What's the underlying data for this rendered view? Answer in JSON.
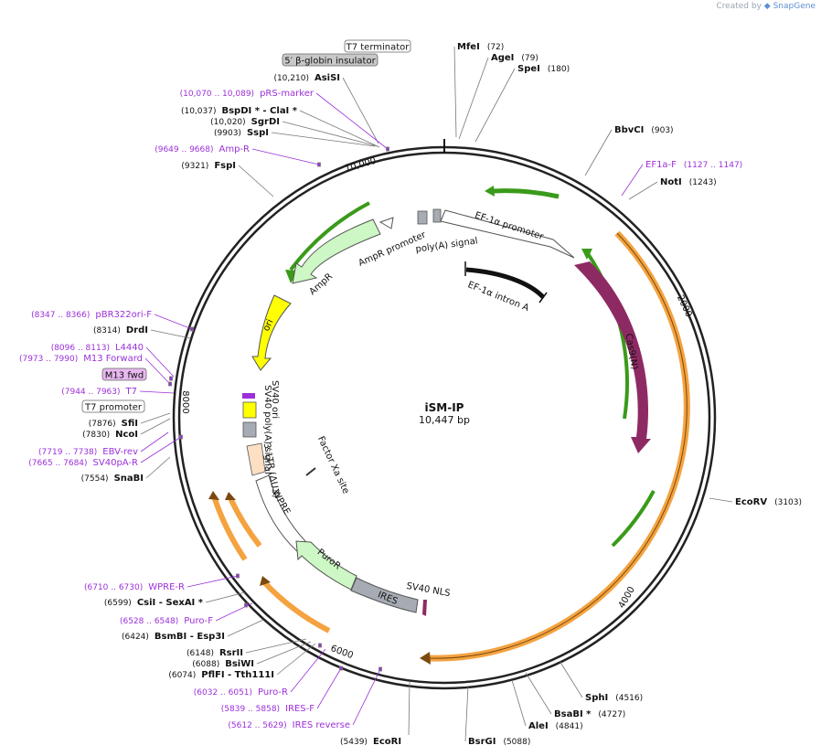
{
  "watermark": {
    "prefix": "Created by",
    "brand": "SnapGene"
  },
  "plasmid": {
    "name": "iSM-IP",
    "size": "10,447 bp"
  },
  "ticks": [
    "10,000",
    "2000",
    "4000",
    "6000",
    "8000"
  ],
  "colors": {
    "backbone": "#222222",
    "sites": "#111111",
    "primer": "#9b30d9",
    "cas9": "#8e2a63",
    "ori": "#ffff00",
    "ampr": "#cdf7c4",
    "green_arrow": "#3a9a1a",
    "orange_arrow": "#f4a340",
    "gray_feature": "#a6abb4",
    "peach": "#fde0c4"
  },
  "right_labels": [
    {
      "name": "MfeI",
      "pos": "(72)"
    },
    {
      "name": "AgeI",
      "pos": "(79)"
    },
    {
      "name": "SpeI",
      "pos": "(180)"
    },
    {
      "name": "BbvCI",
      "pos": "(903)"
    },
    {
      "name": "EF1a-F",
      "pos": "(1127 .. 1147)",
      "primer": true
    },
    {
      "name": "NotI",
      "pos": "(1243)"
    },
    {
      "name": "EcoRV",
      "pos": "(3103)"
    },
    {
      "name": "SphI",
      "pos": "(4516)"
    },
    {
      "name": "BsaBI *",
      "pos": "(4727)"
    },
    {
      "name": "AleI",
      "pos": "(4841)"
    },
    {
      "name": "BsrGI",
      "pos": "(5088)"
    },
    {
      "name": "EcoRI",
      "pos": "(5439)"
    }
  ],
  "left_labels": [
    {
      "name": "AsiSI",
      "pos": "(10,210)"
    },
    {
      "name": "pRS-marker",
      "pos": "(10,070 .. 10,089)",
      "primer": true
    },
    {
      "name": "BspDI * - ClaI *",
      "pos": "(10,037)"
    },
    {
      "name": "SgrDI",
      "pos": "(10,020)"
    },
    {
      "name": "SspI",
      "pos": "(9903)"
    },
    {
      "name": "Amp-R",
      "pos": "(9649 .. 9668)",
      "primer": true
    },
    {
      "name": "FspI",
      "pos": "(9321)"
    },
    {
      "name": "pBR322ori-F",
      "pos": "(8347 .. 8366)",
      "primer": true
    },
    {
      "name": "DrdI",
      "pos": "(8314)"
    },
    {
      "name": "L4440",
      "pos": "(8096 .. 8113)",
      "primer": true
    },
    {
      "name": "M13 Forward",
      "pos": "(7973 .. 7990)",
      "primer": true
    },
    {
      "name": "T7",
      "pos": "(7944 .. 7963)",
      "primer": true
    },
    {
      "name": "SfiI",
      "pos": "(7876)"
    },
    {
      "name": "NcoI",
      "pos": "(7830)"
    },
    {
      "name": "EBV-rev",
      "pos": "(7719 .. 7738)",
      "primer": true
    },
    {
      "name": "SV40pA-R",
      "pos": "(7665 .. 7684)",
      "primer": true
    },
    {
      "name": "SnaBI",
      "pos": "(7554)"
    },
    {
      "name": "WPRE-R",
      "pos": "(6710 .. 6730)",
      "primer": true
    },
    {
      "name": "CsiI - SexAI *",
      "pos": "(6599)"
    },
    {
      "name": "Puro-F",
      "pos": "(6528 .. 6548)",
      "primer": true
    },
    {
      "name": "BsmBI - Esp3I",
      "pos": "(6424)"
    },
    {
      "name": "RsrII",
      "pos": "(6148)"
    },
    {
      "name": "BsiWI",
      "pos": "(6088)"
    },
    {
      "name": "PflFI - Tth111I",
      "pos": "(6074)"
    },
    {
      "name": "Puro-R",
      "pos": "(6032 .. 6051)",
      "primer": true
    },
    {
      "name": "IRES-F",
      "pos": "(5839 .. 5858)",
      "primer": true
    },
    {
      "name": "IRES reverse",
      "pos": "(5612 .. 5629)",
      "primer": true
    }
  ],
  "boxed_labels": [
    "T7 terminator",
    "5′ β-globin insulator",
    "M13 fwd",
    "T7 promoter"
  ],
  "features": [
    "EF-1α promoter",
    "EF-1α intron A",
    "Cas9(N)",
    "poly(A) signal",
    "AmpR promoter",
    "AmpR",
    "ori",
    "SV40 ori",
    "SV40 poly(A) signal",
    "3′ LTR (ΔU3)",
    "Factor Xa site",
    "WPRE",
    "PuroR",
    "IRES",
    "SV40 NLS"
  ]
}
